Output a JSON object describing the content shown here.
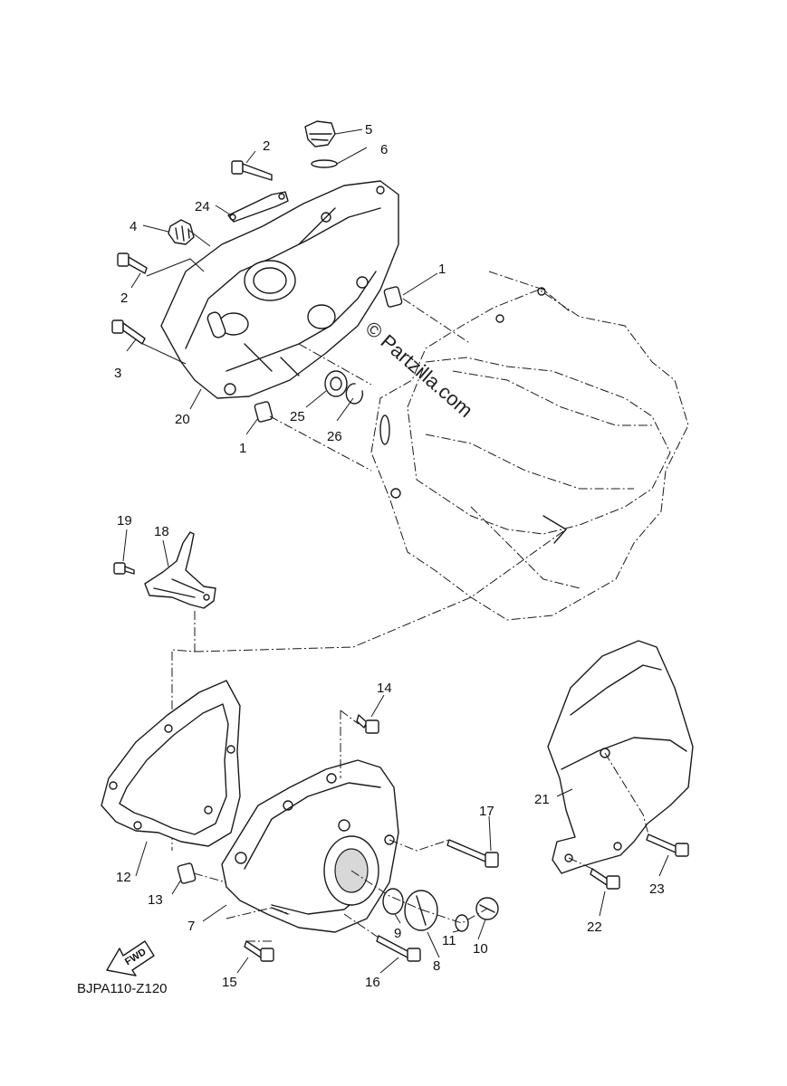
{
  "diagram": {
    "code": "BJPA110-Z120",
    "watermark": "© Partzilla.com",
    "fwd_label": "FWD",
    "callouts": {
      "c1a": "1",
      "c1b": "1",
      "c2a": "2",
      "c2b": "2",
      "c3": "3",
      "c4": "4",
      "c5": "5",
      "c6": "6",
      "c7": "7",
      "c8": "8",
      "c9": "9",
      "c10": "10",
      "c11": "11",
      "c12": "12",
      "c13": "13",
      "c14": "14",
      "c15": "15",
      "c16": "16",
      "c17": "17",
      "c18": "18",
      "c19": "19",
      "c20": "20",
      "c21": "21",
      "c22": "22",
      "c23": "23",
      "c24": "24",
      "c25": "25",
      "c26": "26"
    }
  }
}
